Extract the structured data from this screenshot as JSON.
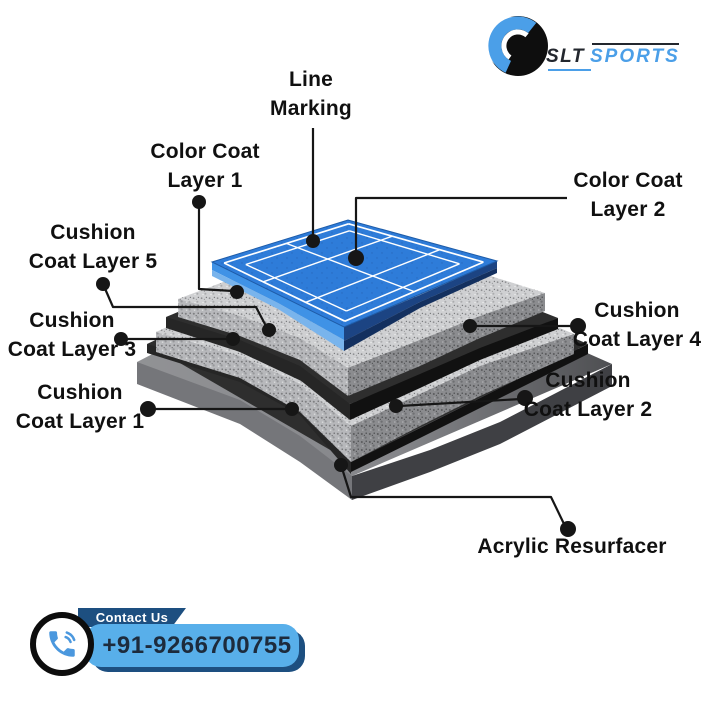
{
  "logo": {
    "mark_icon": "slt-s-mark-icon",
    "brand_primary": "SLT",
    "brand_secondary": "SPORTS"
  },
  "diagram": {
    "title": "Acrylic sports court layer structure",
    "labels": {
      "line_marking": {
        "line1": "Line",
        "line2": "Marking"
      },
      "color_coat_1": {
        "line1": "Color Coat",
        "line2": "Layer 1"
      },
      "color_coat_2": {
        "line1": "Color Coat",
        "line2": "Layer 2"
      },
      "cushion_5": {
        "line1": "Cushion",
        "line2": "Coat Layer 5"
      },
      "cushion_4": {
        "line1": "Cushion",
        "line2": "Coat Layer 4"
      },
      "cushion_3": {
        "line1": "Cushion",
        "line2": "Coat Layer 3"
      },
      "cushion_2": {
        "line1": "Cushion",
        "line2": "Coat Layer 2"
      },
      "cushion_1": {
        "line1": "Cushion",
        "line2": "Coat Layer 1"
      },
      "acrylic_resurfacer": {
        "line1": "Acrylic Resurfacer"
      }
    }
  },
  "contact": {
    "label": "Contact Us",
    "phone": "+91-9266700755",
    "icon": "phone-icon"
  },
  "colors": {
    "court_blue": "#2E7CD9",
    "court_line": "#FFFFFF",
    "court_edge": "#1E5CA8",
    "coat_layer2_blue": "#3F92E6",
    "coat_layer1_blue": "#79B4EC",
    "court_side_navy": "#1C4483",
    "court_side_navy_dark": "#13305F",
    "speckle_light": "#CFD0D2",
    "speckle_mid": "#B7B8BB",
    "speckle_dark": "#8B8C8F",
    "black_layer_top": "#2E2E2E",
    "black_layer_left": "#262626",
    "black_layer_right": "#111111",
    "base_left": "#75767A",
    "base_right": "#3F4044",
    "ink": "#161616",
    "brand_blue": "#4B9FE8",
    "brand_dark": "#23272E",
    "ribbon_navy": "#1D4F80",
    "pill_blue": "#58AFEA",
    "phone_text": "#1D2B3C"
  }
}
